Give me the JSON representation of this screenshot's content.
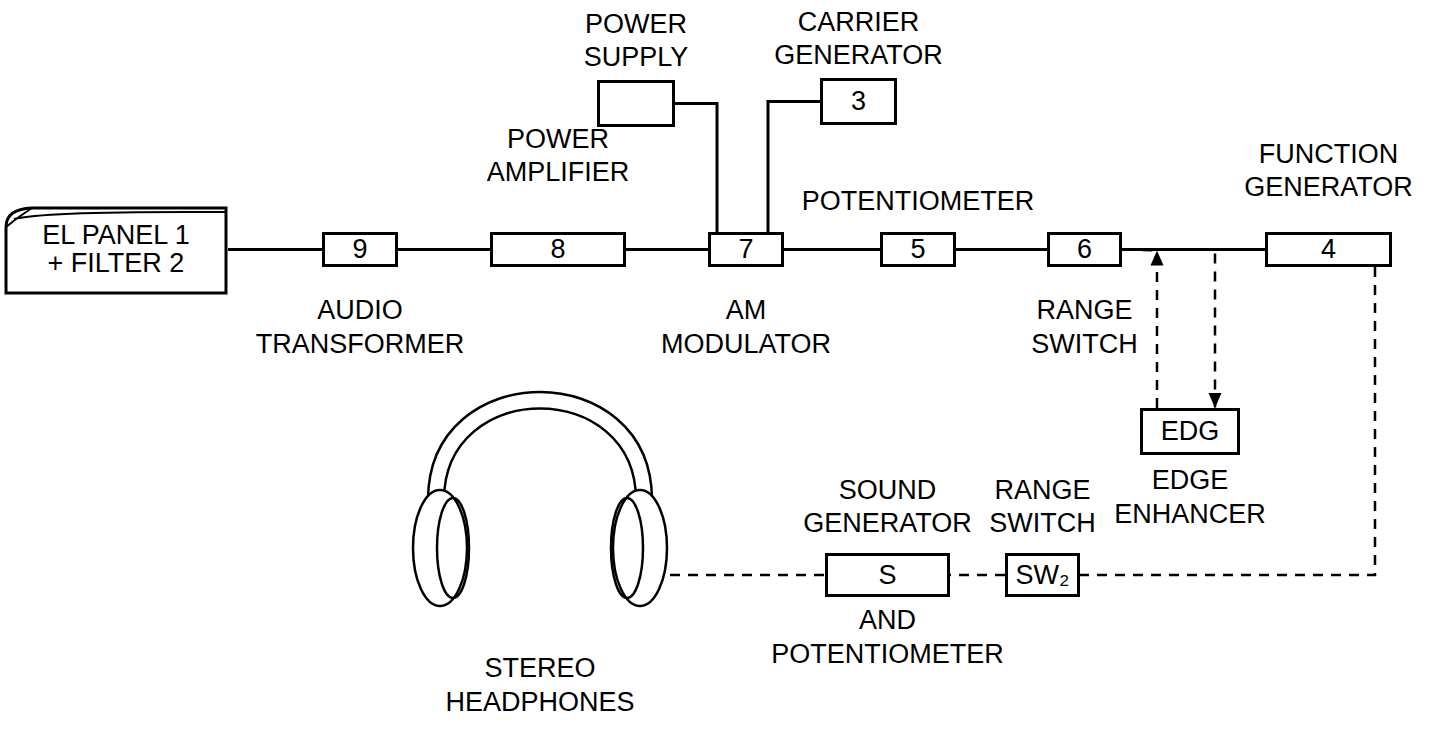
{
  "diagram": {
    "nodes": [
      {
        "text": [
          "POWER SUPPLY"
        ]
      },
      {
        "text": [
          "CARRIER GENERATOR",
          "3"
        ]
      },
      {
        "text": [
          "EL PANEL 1 + FILTER 2"
        ]
      },
      {
        "text": [
          "9",
          "AUDIO TRANSFORMER"
        ]
      },
      {
        "text": [
          "POWER AMPLIFIER",
          "8"
        ]
      },
      {
        "text": [
          "7",
          "AM MODULATOR"
        ]
      },
      {
        "text": [
          "POTENTIOMETER",
          "5"
        ]
      },
      {
        "text": [
          "6",
          "RANGE SWITCH"
        ]
      },
      {
        "text": [
          "FUNCTION GENERATOR",
          "4"
        ]
      },
      {
        "text": [
          "EDG",
          "EDGE ENHANCER"
        ]
      },
      {
        "text": [
          "SOUND GENERATOR",
          "S",
          "AND POTENTIOMETER"
        ]
      },
      {
        "text": [
          "RANGE SWITCH",
          "SW₂"
        ]
      }
    ],
    "edges": [
      {
        "from": 2,
        "to": 3,
        "arrow": "none"
      },
      {
        "from": 3,
        "to": 4,
        "arrow": "none"
      },
      {
        "from": 4,
        "to": 5,
        "arrow": "none"
      },
      {
        "from": 0,
        "to": 5,
        "arrow": "none"
      },
      {
        "from": 1,
        "to": 5,
        "arrow": "none"
      },
      {
        "from": 5,
        "to": 6,
        "arrow": "none"
      },
      {
        "from": 6,
        "to": 7,
        "arrow": "none"
      },
      {
        "from": 7,
        "to": 8,
        "arrow": "none"
      },
      {
        "from": 8,
        "to": 9,
        "arrow": "to"
      },
      {
        "from": 9,
        "to": 7,
        "arrow": "to"
      },
      {
        "from": 8,
        "to": 11,
        "arrow": "none"
      },
      {
        "from": 11,
        "to": 10,
        "arrow": "none"
      }
    ],
    "labels": [
      "STEREO HEADPHONES"
    ]
  }
}
